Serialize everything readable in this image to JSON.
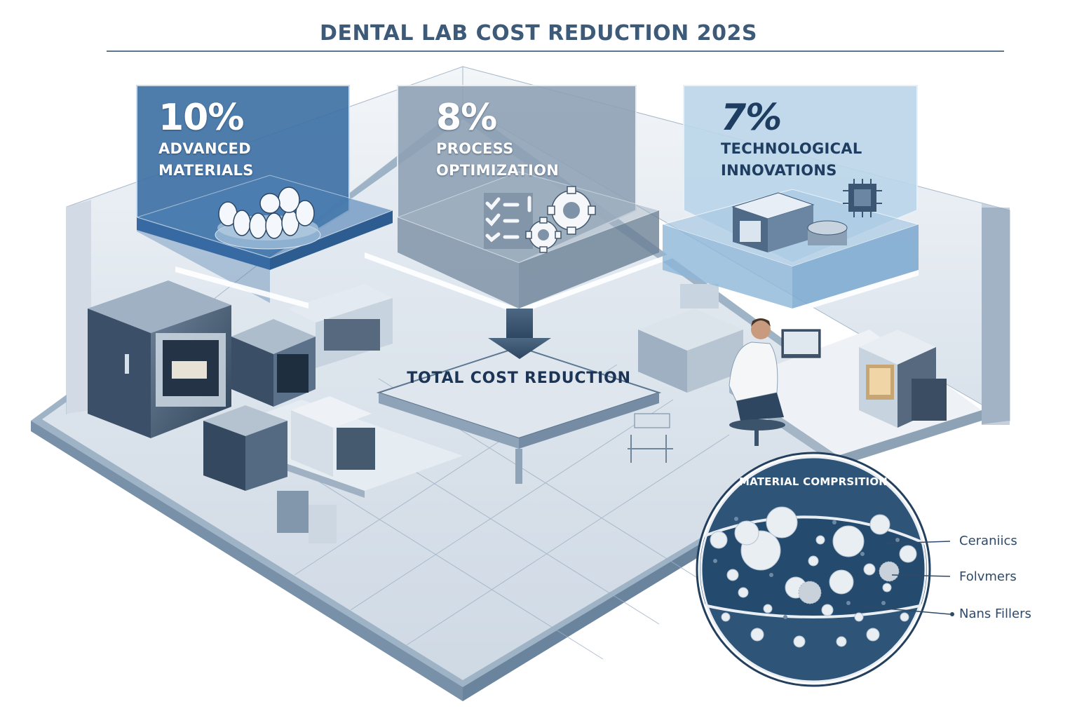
{
  "header": {
    "title": "DENTAL LAB COST REDUCTION 202S"
  },
  "panels": [
    {
      "percent": "10%",
      "label_line1": "ADVANCED",
      "label_line2": "MATERIALS",
      "icon": "dental-crown-icon",
      "color": "#3f72a6"
    },
    {
      "percent": "8%",
      "label_line1": "PROCESS",
      "label_line2": "OPTIMIZATION",
      "icon": "checklist-gears-icon",
      "color": "#8fa2b5"
    },
    {
      "percent": "7%",
      "label_line1": "TECHNOLOGICAL",
      "label_line2": "INNOVATIONS",
      "icon": "milling-machine-chip-icon",
      "color": "#bcd6ea"
    }
  ],
  "total": {
    "label": "TOTAL COST REDUCTION",
    "arrow_icon": "down-arrow-icon"
  },
  "material_inset": {
    "title": "MATERIAL COMPRSITION",
    "legend": [
      {
        "label": "Ceraniics"
      },
      {
        "label": "Folvmers"
      },
      {
        "label": "Nans Fillers"
      }
    ]
  },
  "colors": {
    "title": "#3d5a78",
    "accent_dark": "#2e4d6d",
    "panel_blue": "#3f72a6",
    "panel_gray": "#8fa2b5",
    "panel_light": "#bcd6ea",
    "inset_bg": "#2e5478"
  }
}
